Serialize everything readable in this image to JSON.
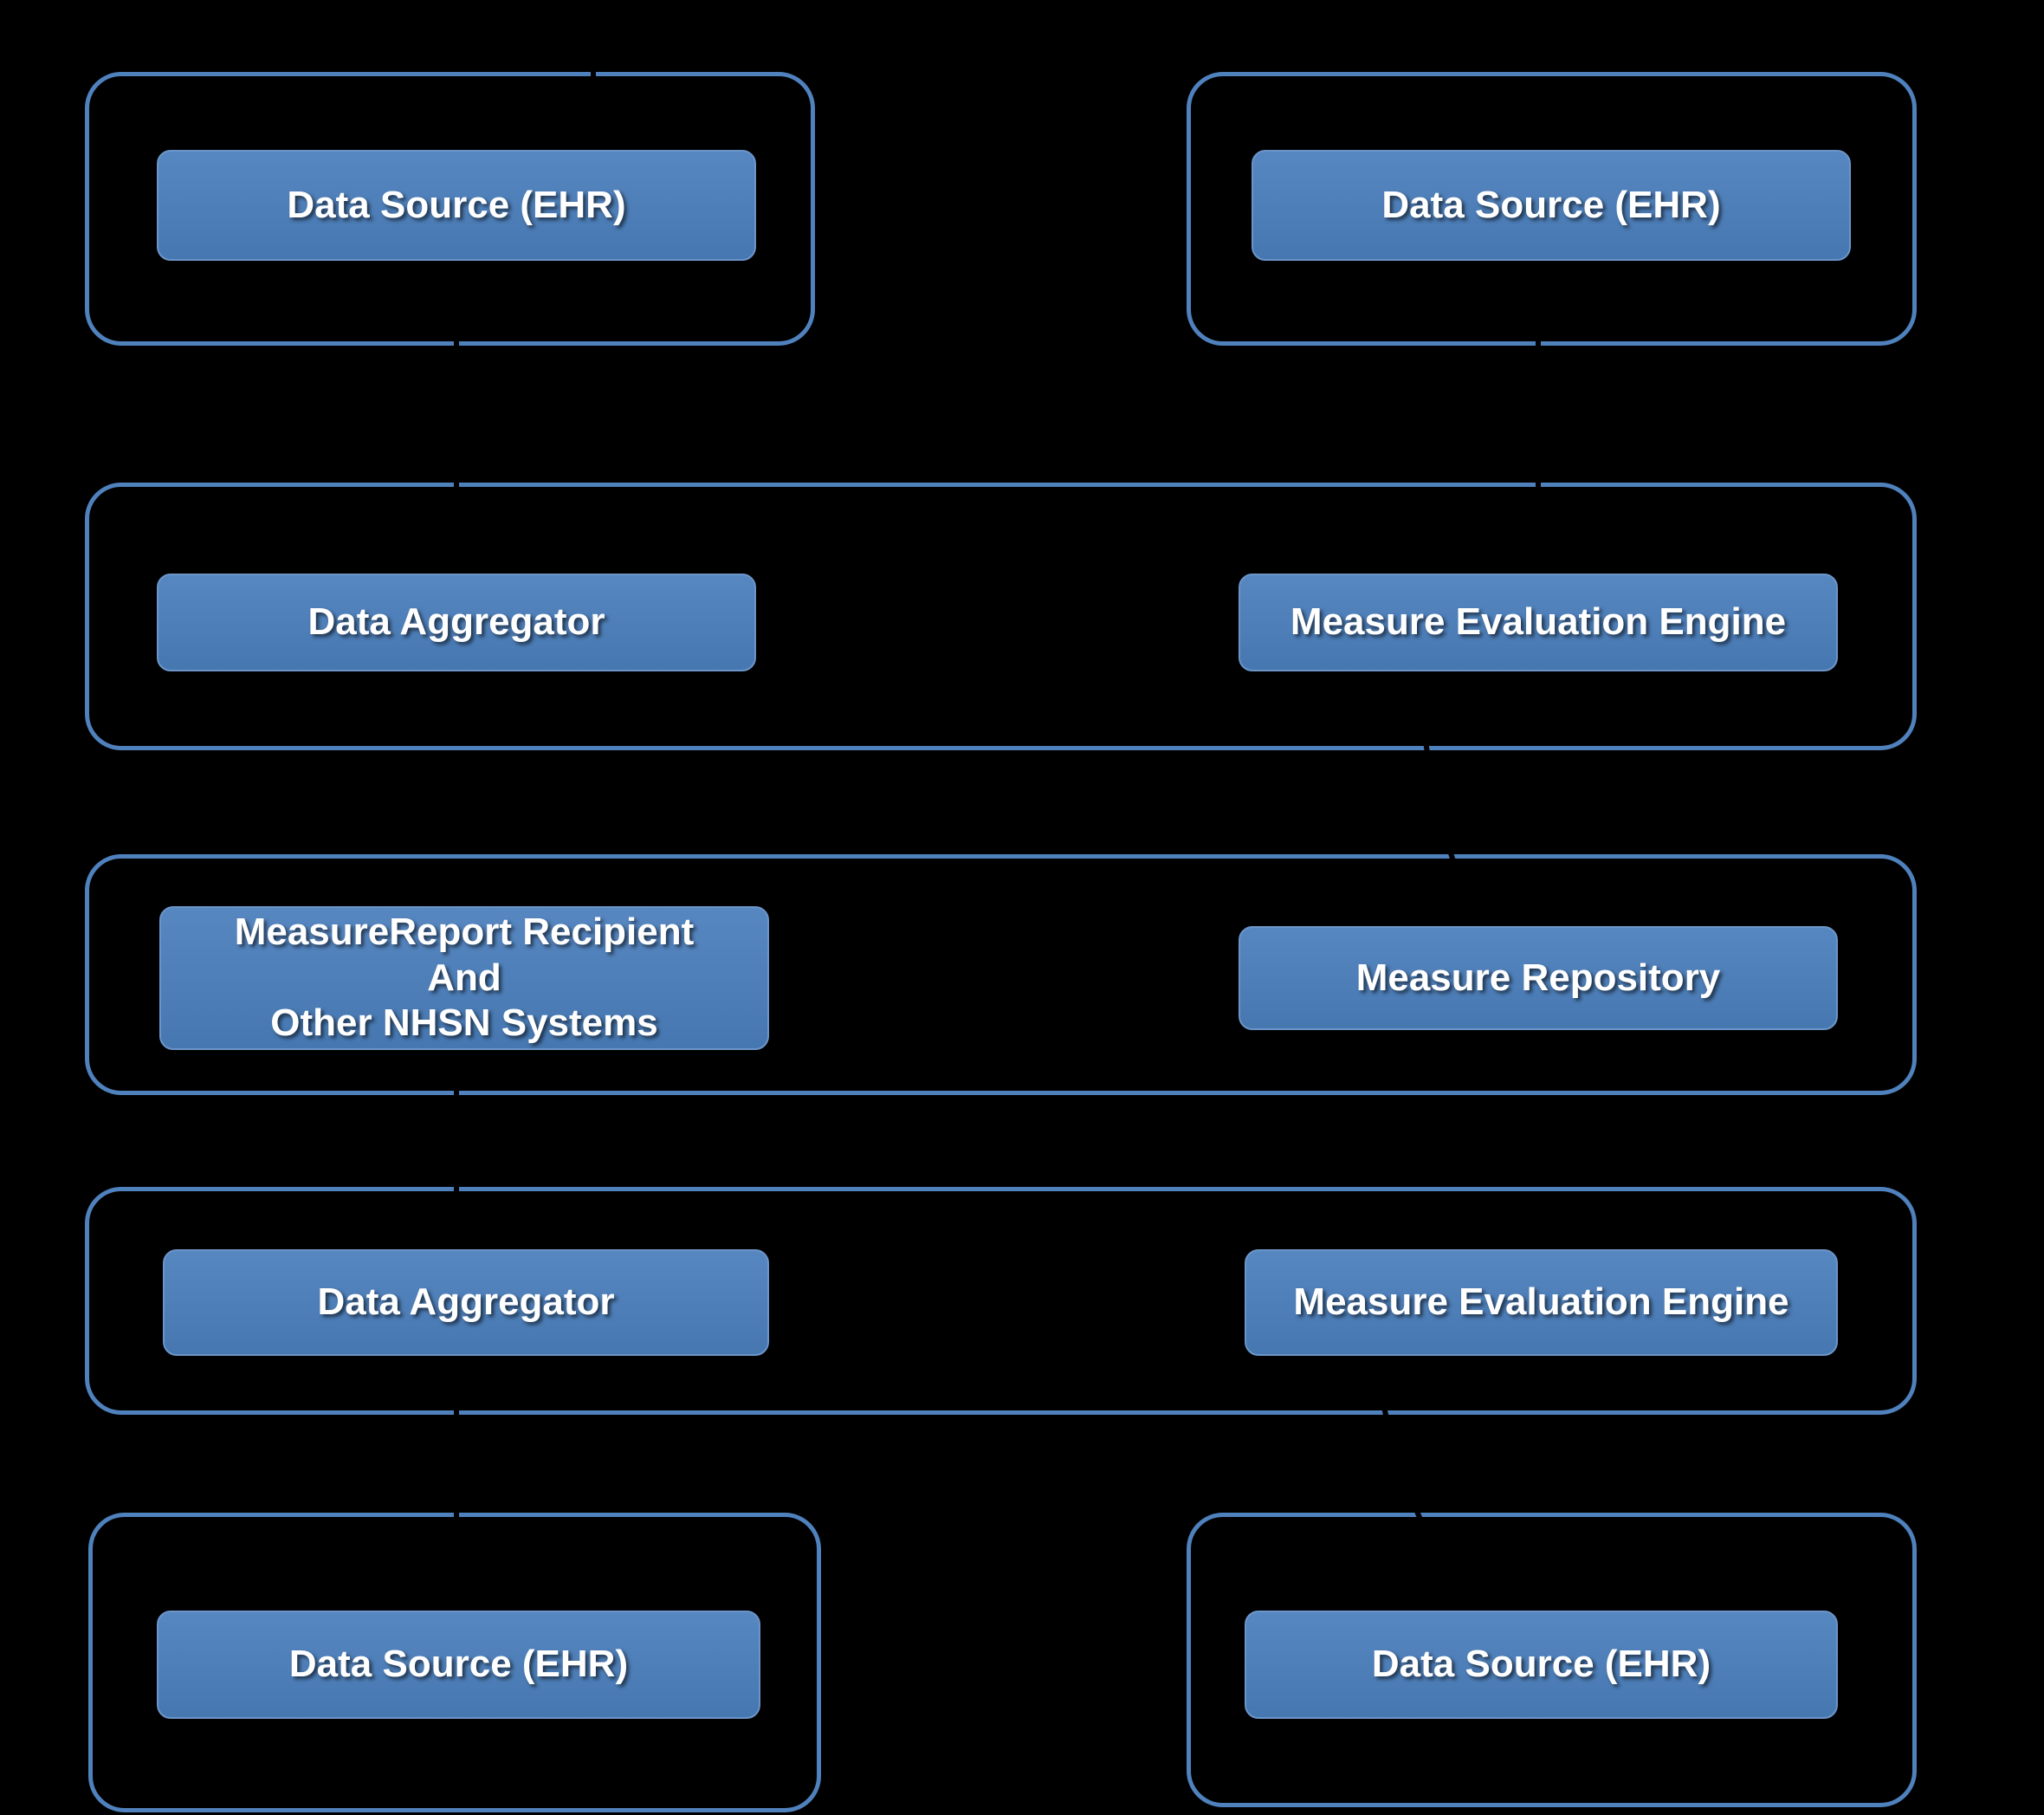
{
  "diagram": {
    "colors": {
      "background": "#000000",
      "border": "#4F81BD",
      "node_fill": "#4C7EB8",
      "text": "#FFFFFF"
    },
    "nodes": {
      "data_source_top_left": "Data Source (EHR)",
      "data_source_top_right": "Data Source (EHR)",
      "data_aggregator_upper": "Data Aggregator",
      "measure_evaluation_engine_upper": "Measure Evaluation Engine",
      "measurereport_recipient": "MeasureReport Recipient\nAnd\nOther NHSN Systems",
      "measure_repository": "Measure Repository",
      "data_aggregator_lower": "Data Aggregator",
      "measure_evaluation_engine_lower": "Measure Evaluation Engine",
      "data_source_bottom_left": "Data Source (EHR)",
      "data_source_bottom_right": "Data Source (EHR)"
    }
  }
}
